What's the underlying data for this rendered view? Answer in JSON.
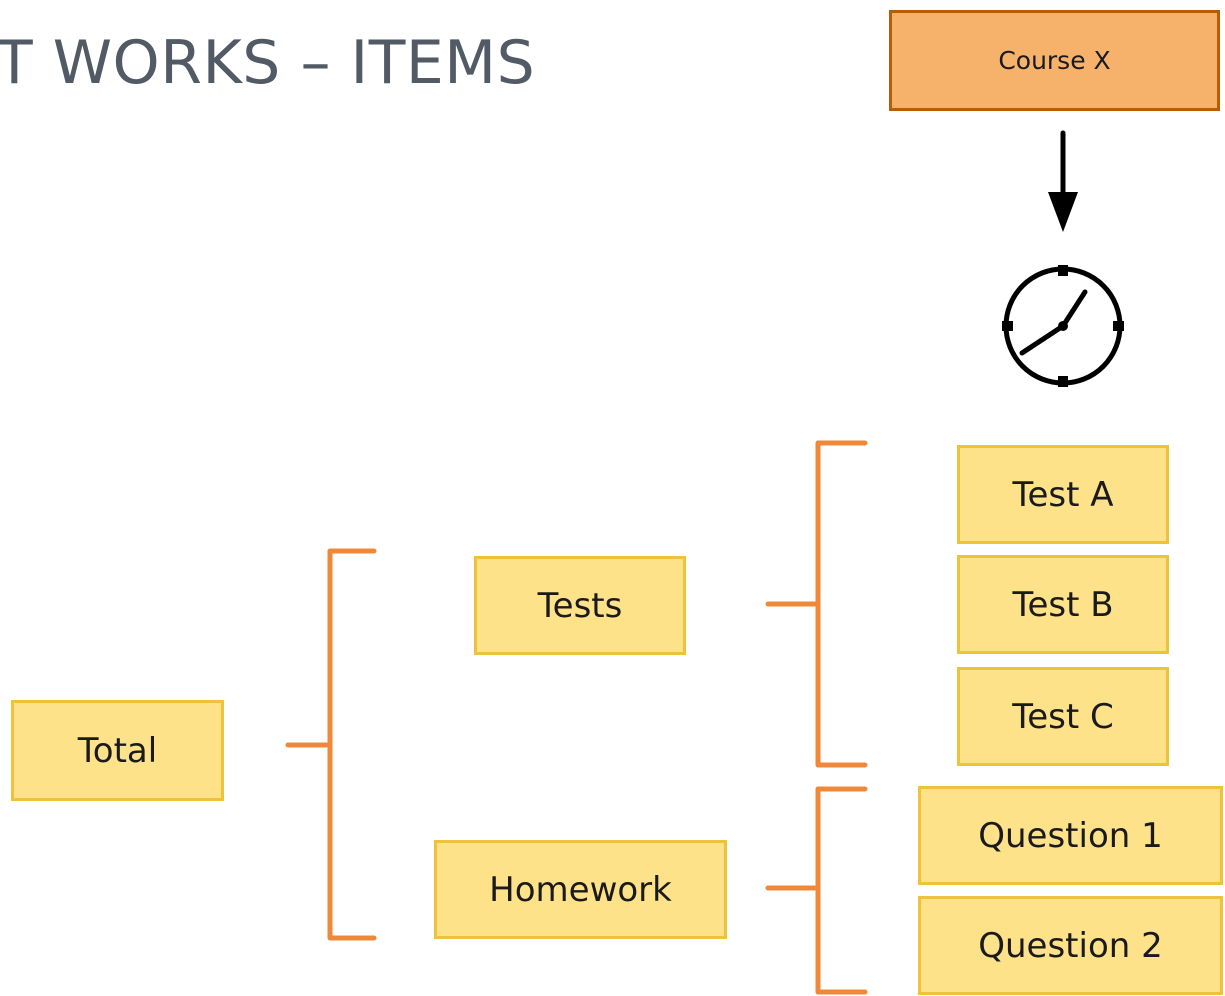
{
  "title": "T WORKS – ITEMS",
  "course": {
    "label": "Course X"
  },
  "root": {
    "label": "Total"
  },
  "categories": [
    {
      "label": "Tests",
      "items": [
        "Test A",
        "Test B",
        "Test C"
      ]
    },
    {
      "label": "Homework",
      "items": [
        "Question 1",
        "Question 2"
      ]
    }
  ],
  "icons": {
    "arrow": "arrow-down-icon",
    "clock": "clock-icon"
  },
  "colors": {
    "item_fill": "#fde28a",
    "item_border": "#eec23a",
    "course_fill": "#f6b26b",
    "course_border": "#b45f06",
    "bracket": "#f0883a",
    "title": "#525a66"
  }
}
